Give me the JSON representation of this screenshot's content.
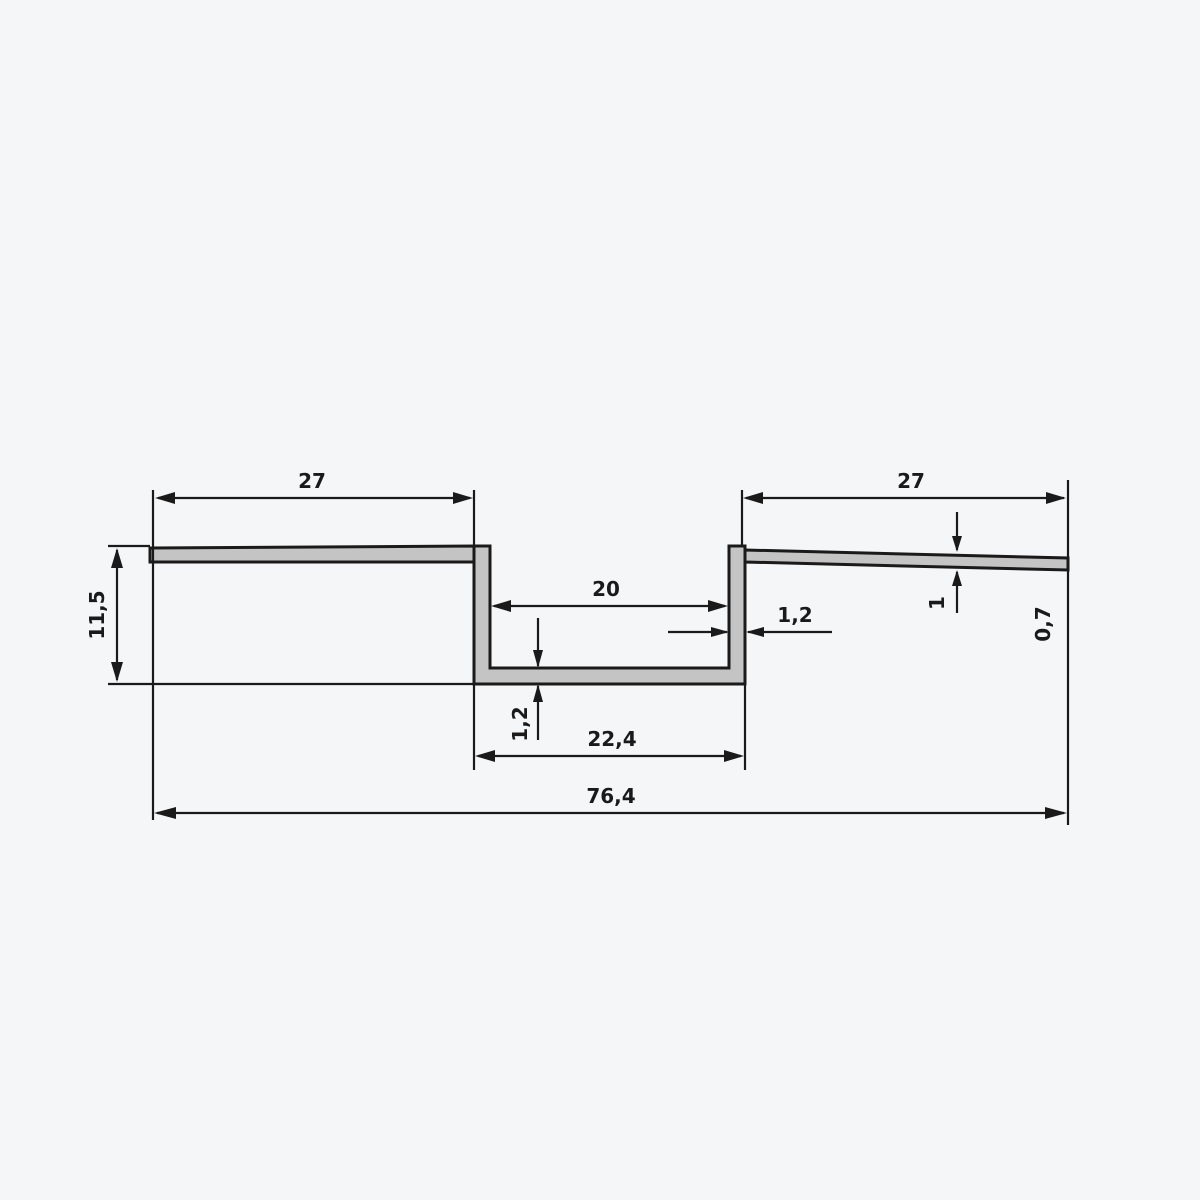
{
  "colors": {
    "background": "#f5f6f8",
    "profile_fill": "#c4c4c4",
    "line": "#1a1a1a"
  },
  "dimensions": {
    "left_flange_width": "27",
    "right_flange_width": "27",
    "overall_height": "11,5",
    "channel_inner_width": "20",
    "channel_outer_width": "22,4",
    "overall_width": "76,4",
    "wall_thickness": "1,2",
    "base_thickness": "1,2",
    "flange_offset": "1",
    "flange_thickness": "0,7"
  }
}
